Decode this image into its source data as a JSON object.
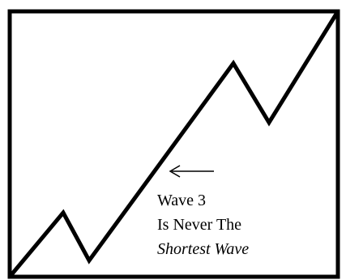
{
  "annotation": {
    "line1": "Wave 3",
    "line2": "Is Never The",
    "line3": "Shortest Wave"
  },
  "colors": {
    "background": "#ffffff",
    "stroke": "#000000"
  }
}
